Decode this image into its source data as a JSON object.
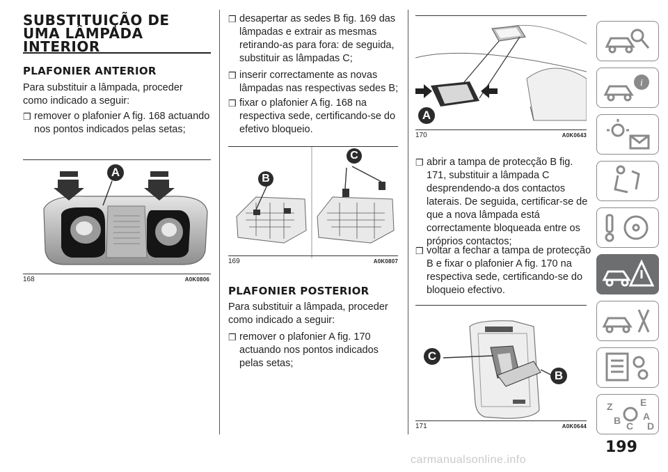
{
  "section_title": "SUBSTITUIÇÃO DE UMA LÂMPADA INTERIOR",
  "front": {
    "heading": "PLAFONIER ANTERIOR",
    "intro": "Para substituir a lâmpada, proceder como indicado a seguir:",
    "steps": [
      "remover o plafonier A fig. 168 actuando nos pontos indicados pelas setas;",
      "desapertar as sedes B fig. 169 das lâmpadas e extrair as mesmas retirando-as para fora: de seguida, substituir as lâmpadas C;",
      "inserir correctamente as novas lâmpadas nas respectivas sedes B;",
      "fixar o plafonier A fig. 168 na respectiva sede, certificando-se do efetivo bloqueio."
    ]
  },
  "rear": {
    "heading": "PLAFONIER POSTERIOR",
    "intro": "Para substituir a lâmpada, proceder como indicado a seguir:",
    "steps": [
      "remover o plafonier A fig. 170 actuando nos pontos indicados pelas setas;",
      "abrir a tampa de protecção B fig. 171, substituir a lâmpada C desprendendo-a dos contactos laterais. De seguida, certificar-se de que a nova lâmpada está correctamente bloqueada entre os próprios contactos;",
      "voltar a fechar a tampa de protecção B e fixar o plafonier A fig. 170 na respectiva sede, certificando-se do bloqueio efectivo."
    ]
  },
  "figures": [
    {
      "number": "168",
      "code": "A0K0806",
      "labels": [
        "A"
      ]
    },
    {
      "number": "169",
      "code": "A0K0807",
      "labels": [
        "B",
        "C"
      ]
    },
    {
      "number": "170",
      "code": "A0K0643",
      "labels": [
        "A"
      ]
    },
    {
      "number": "171",
      "code": "A0K0644",
      "labels": [
        "C",
        "B"
      ]
    }
  ],
  "bullet_glyph": "❒",
  "page_number": "199",
  "watermark": "carmanualsonline.info",
  "sidebar": {
    "icons": [
      "car-search-icon",
      "car-info-icon",
      "lights-message-icon",
      "airbag-seat-icon",
      "key-steering-icon",
      "car-warning-icon",
      "car-tools-icon",
      "list-gears-icon",
      "alphabet-index-icon"
    ],
    "active_index": 5
  },
  "colors": {
    "accent_dark": "#6d6e70",
    "tab_border": "#8a8a8a",
    "text": "#222222"
  }
}
